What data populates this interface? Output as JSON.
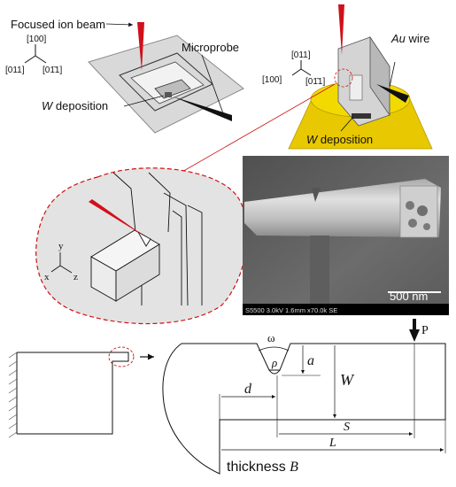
{
  "labels": {
    "focused_ion_beam": "Focused ion beam",
    "microprobe": "Microprobe",
    "w_deposition_left_w": "W",
    "w_deposition_left_rest": " deposition",
    "au_wire_au": "Au",
    "au_wire_rest": " wire",
    "w_deposition_right_w": "W",
    "w_deposition_right_rest": " deposition"
  },
  "axes_left": {
    "top": "[100]",
    "left": "[011]",
    "right": "[01̄1]"
  },
  "axes_right": {
    "top": "[011]",
    "left": "[100]",
    "right": "[01̄1]"
  },
  "axes_zoom": {
    "y": "y",
    "x": "x",
    "z": "z"
  },
  "sem": {
    "scale_label": "500 nm",
    "info": "S5500 3.0kV 1.6mm x70.0k SE"
  },
  "beam": {
    "omega": "ω",
    "rho": "ρ",
    "a": "a",
    "W": "W",
    "P": "P",
    "d": "d",
    "S": "S",
    "L": "L",
    "thickness_word": "thickness ",
    "thickness_symbol": "B"
  },
  "colors": {
    "beam_red": "#d0101a",
    "gold": "#e8c800",
    "gray_plate": "#d9d9d9",
    "dash_red": "#d01010",
    "sem_bg": "#6b6b6b"
  }
}
